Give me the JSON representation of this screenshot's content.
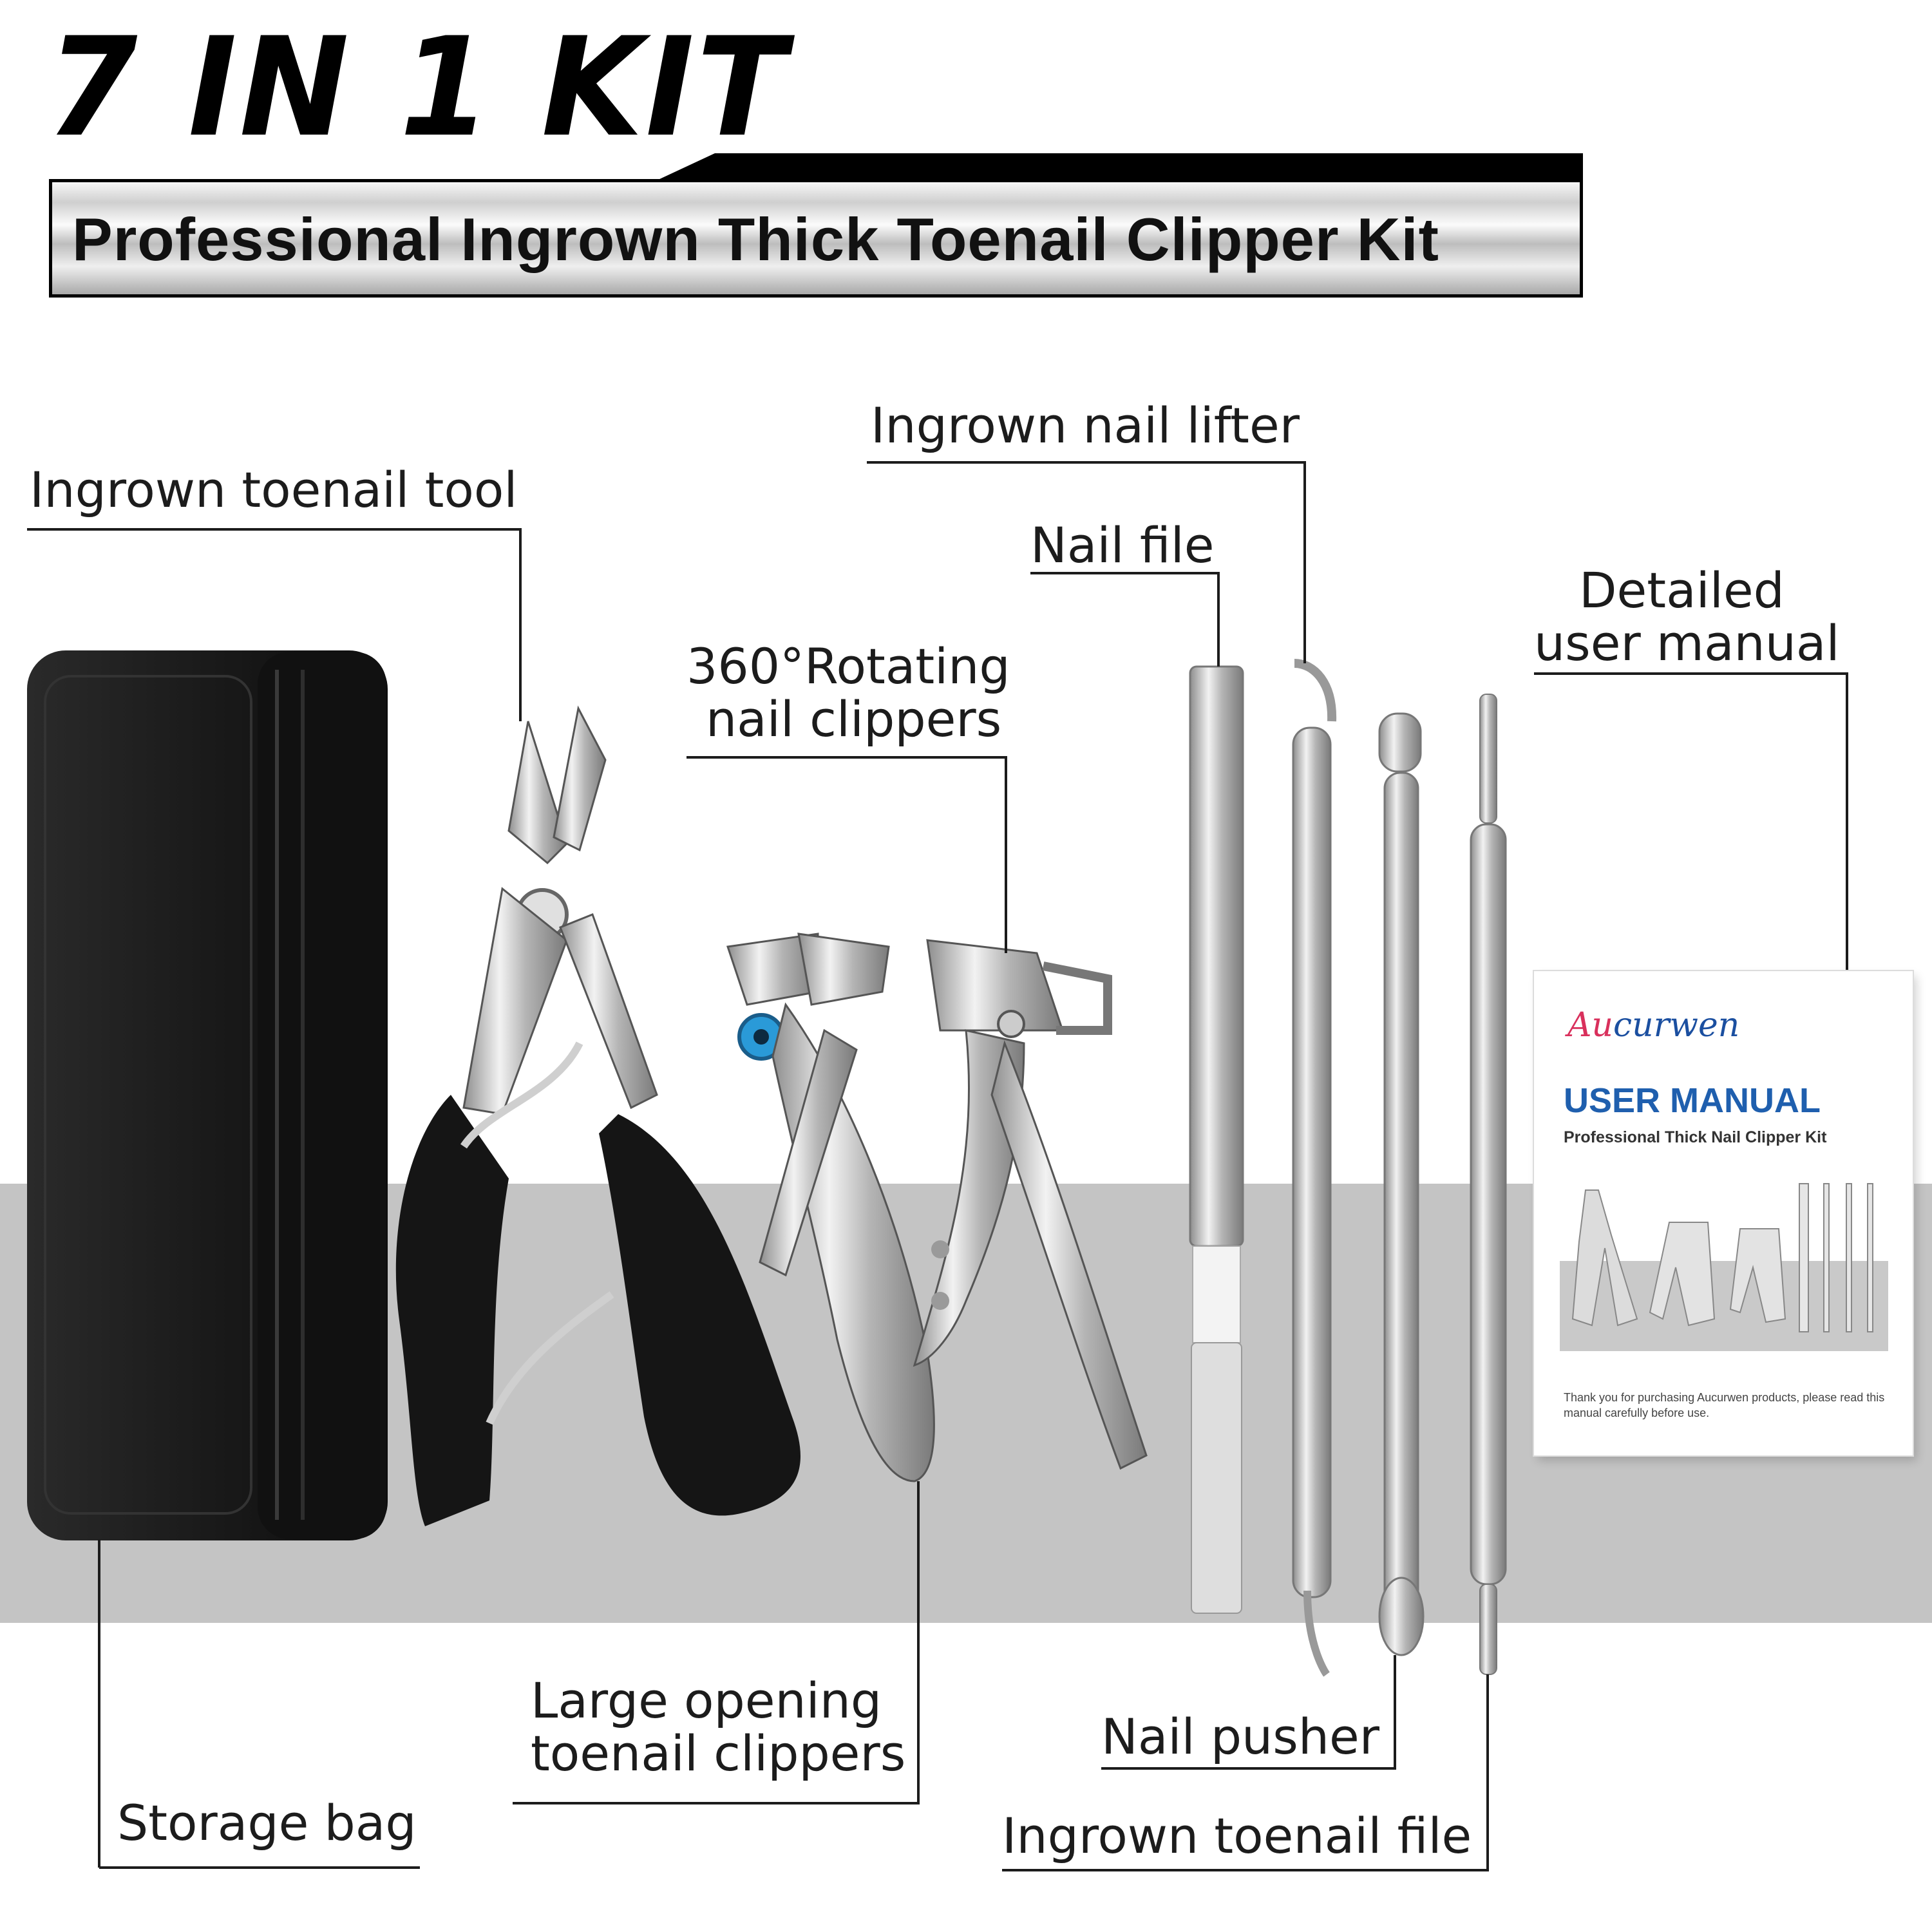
{
  "header": {
    "title": "7 IN 1 KIT",
    "subtitle": "Professional Ingrown Thick Toenail Clipper Kit"
  },
  "labels": {
    "ingrown_toenail_tool": "Ingrown toenail tool",
    "ingrown_nail_lifter": "Ingrown nail lifter",
    "nail_file": "Nail file",
    "rotating_line1": "360°Rotating",
    "rotating_line2": "nail clippers",
    "manual_line1": "Detailed",
    "manual_line2": "user manual",
    "large_opening_line1": "Large opening",
    "large_opening_line2": "toenail clippers",
    "nail_pusher": "Nail pusher",
    "storage_bag": "Storage bag",
    "ingrown_toenail_file": "Ingrown toenail file"
  },
  "manual": {
    "brand_initial": "Au",
    "brand_rest": "curwen",
    "title": "USER MANUAL",
    "subtitle": "Professional Thick Nail Clipper Kit",
    "thanks": "Thank you for purchasing Aucurwen products, please read this manual carefully before use."
  },
  "colors": {
    "band": "#c4c4c4",
    "manual_title": "#1f5fae",
    "brand_accent": "#d9305c"
  }
}
